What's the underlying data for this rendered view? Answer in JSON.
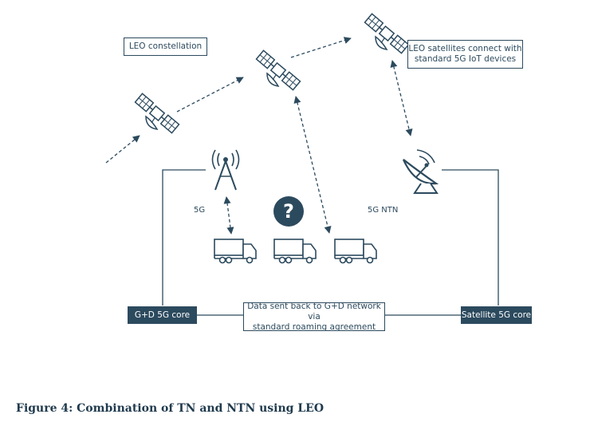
{
  "labels": {
    "leo_constellation": "LEO constellation",
    "leo_satellites_connect": "LEO satellites connect with\nstandard 5G IoT devices",
    "label_5g": "5G",
    "label_5g_ntn": "5G NTN",
    "gd_core": "G+D 5G core",
    "data_sent_back": "Data sent back to G+D network via\nstandard roaming agreement",
    "satellite_core": "Satellite 5G core",
    "question_mark": "?"
  },
  "caption": "Figure 4: Combination of TN and NTN using LEO",
  "icons": [
    "satellite-icon",
    "cell-tower-icon",
    "satellite-dish-icon",
    "truck-icon",
    "question-icon"
  ],
  "colors": {
    "primary": "#2c4a5e",
    "background": "#ffffff"
  }
}
